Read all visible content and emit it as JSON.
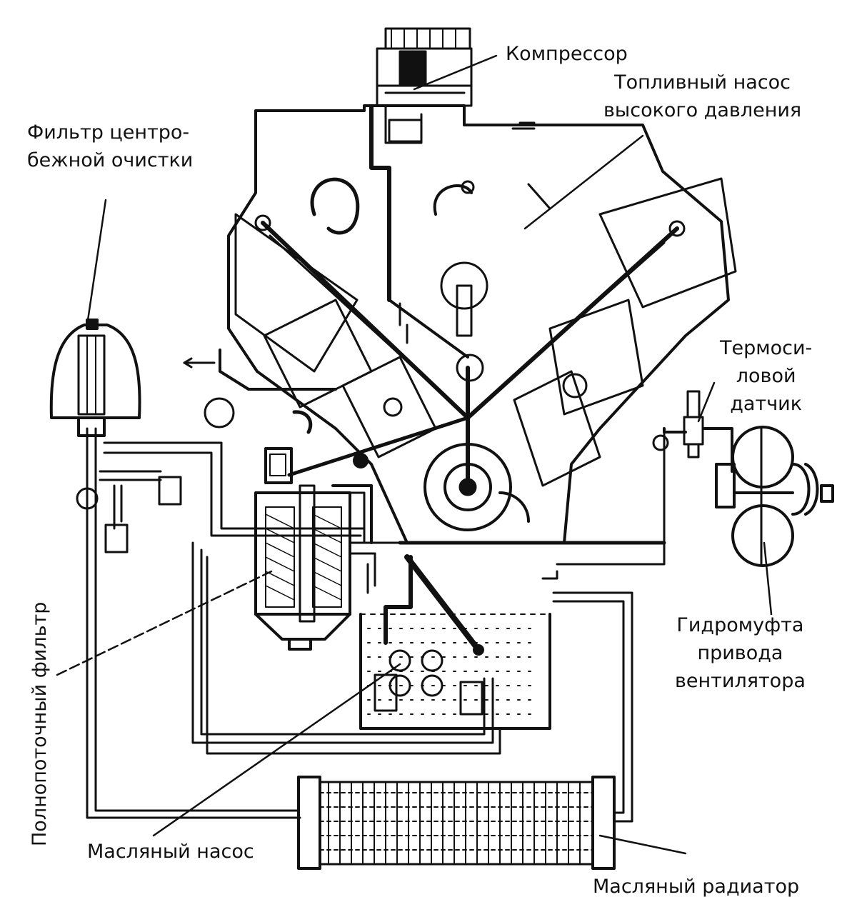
{
  "labels": {
    "compressor": "Компрессор",
    "fuel_pump": [
      "Топливный насос",
      "высокого давления"
    ],
    "centrifugal_filter": [
      "Фильтр центро-",
      "бежной очистки"
    ],
    "thermo_sensor": [
      "Термоси-",
      "ловой",
      "датчик"
    ],
    "full_flow_filter": "Полнопоточный фильтр",
    "fluid_coupling": [
      "Гидромуфта",
      "привода",
      "вентилятора"
    ],
    "oil_pump": "Масляный насос",
    "oil_radiator": "Масляный радиатор"
  },
  "colors": {
    "ink": "#111111",
    "paper": "#ffffff"
  }
}
